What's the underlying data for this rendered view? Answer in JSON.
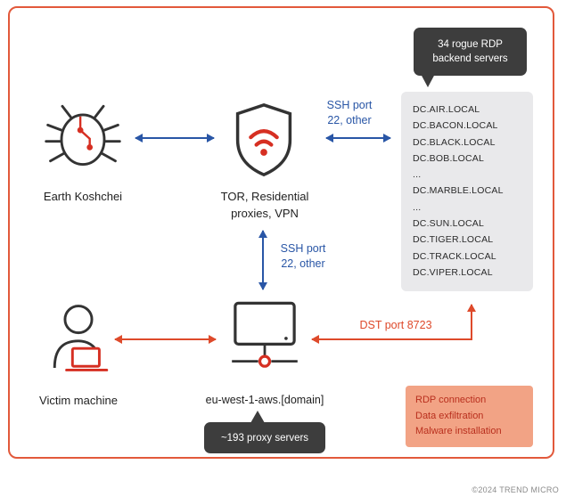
{
  "diagram": {
    "copyright": "©2024 TREND MICRO",
    "colors": {
      "border": "#E2593B",
      "blue": "#2956A6",
      "red": "#DE4A2B",
      "dark_box": "#3D3D3D",
      "gray_box": "#E9E9EB",
      "salmon_box": "#F2A385",
      "salmon_text": "#B92F1D"
    },
    "nodes": {
      "attacker": {
        "label": "Earth Koshchei"
      },
      "proxy": {
        "label_line1": "TOR,  Residential",
        "label_line2": "proxies, VPN"
      },
      "victim": {
        "label": "Victim machine"
      },
      "relay": {
        "label": "eu-west-1-aws.[domain]"
      }
    },
    "edges": {
      "ssh_top": {
        "line1": "SSH port",
        "line2": "22, other"
      },
      "ssh_mid": {
        "line1": "SSH port",
        "line2": "22, other"
      },
      "dst": {
        "label": "DST port 8723"
      }
    },
    "callouts": {
      "rdp_backend": {
        "line1": "34 rogue RDP",
        "line2": "backend servers"
      },
      "proxy_servers": {
        "label": "~193 proxy servers"
      },
      "attack_actions": {
        "lines": [
          "RDP connection",
          "Data exfiltration",
          "Malware installation"
        ]
      }
    },
    "backend_list": {
      "items": [
        "DC.AIR.LOCAL",
        "DC.BACON.LOCAL",
        "DC.BLACK.LOCAL",
        "DC.BOB.LOCAL",
        "...",
        "DC.MARBLE.LOCAL",
        "...",
        "DC.SUN.LOCAL",
        "DC.TIGER.LOCAL",
        "DC.TRACK.LOCAL",
        "DC.VIPER.LOCAL"
      ]
    }
  }
}
